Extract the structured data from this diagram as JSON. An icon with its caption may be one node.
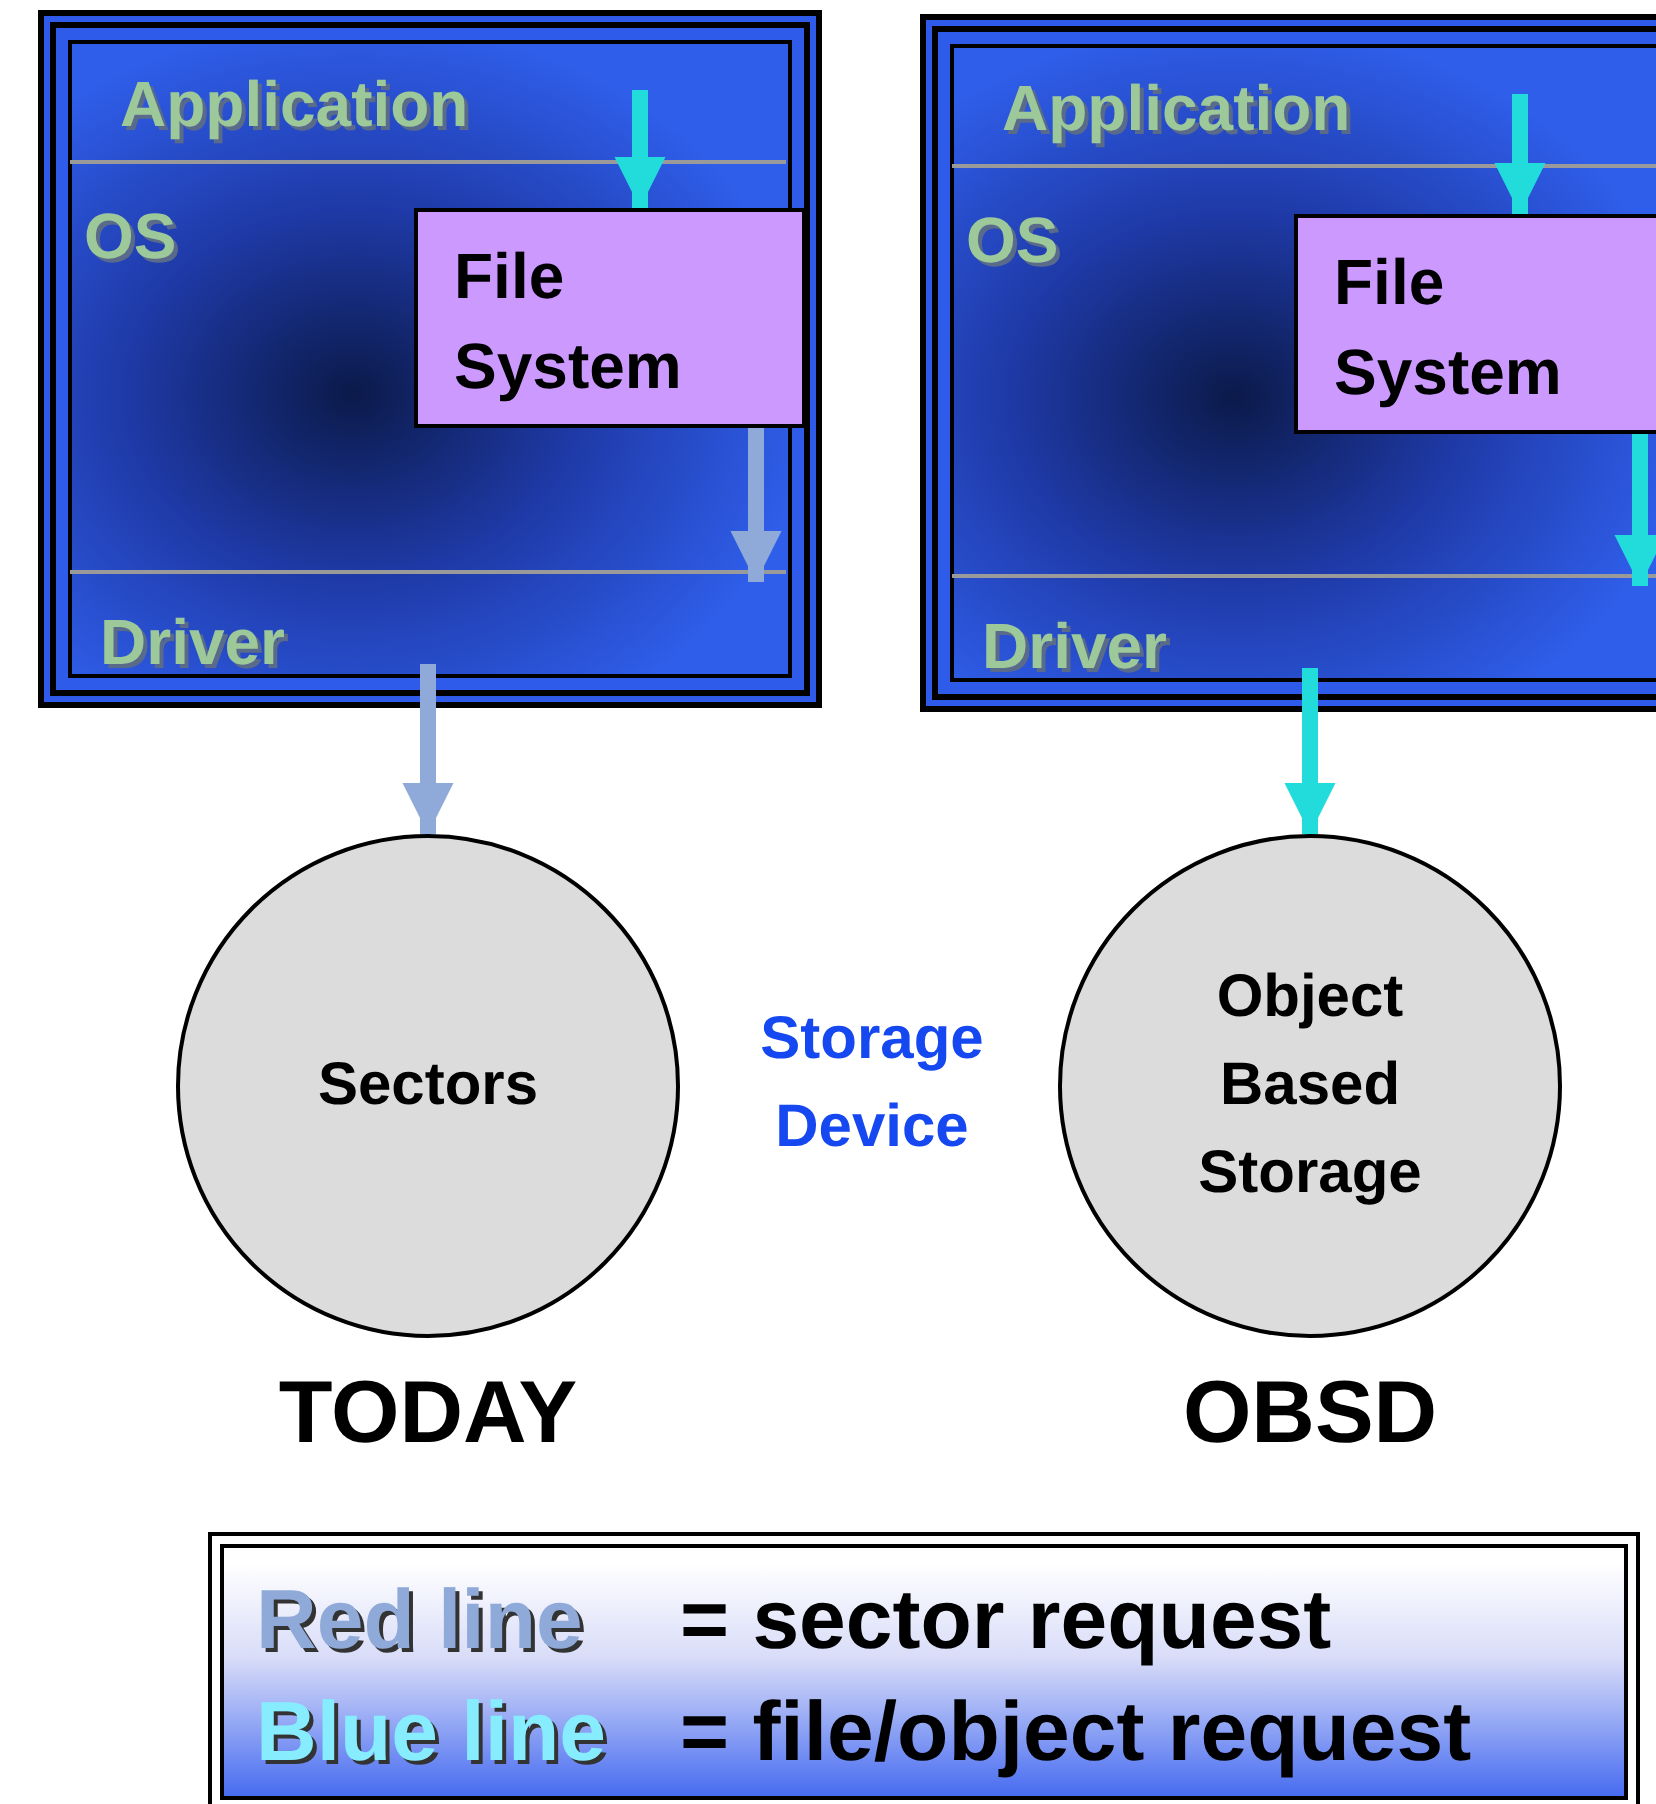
{
  "diagram": {
    "nodes": [
      {
        "text": [],
        "shape": "box"
      },
      {
        "text": [
          "Application"
        ],
        "in": 0
      },
      {
        "text": [
          "OS"
        ],
        "in": 0
      },
      {
        "text": [
          "File System"
        ],
        "in": 0
      },
      {
        "text": [
          "Driver"
        ],
        "in": 0
      },
      {
        "text": [],
        "shape": "box"
      },
      {
        "text": [
          "Application"
        ],
        "in": 5
      },
      {
        "text": [
          "OS"
        ],
        "in": 5
      },
      {
        "text": [
          "File System"
        ],
        "in": 5
      },
      {
        "text": [
          "Driver"
        ],
        "in": 5
      },
      {
        "text": [
          "Sectors"
        ],
        "beside": [
          "TODAY"
        ]
      },
      {
        "text": [
          "Object Based Storage"
        ],
        "beside": [
          "OBSD"
        ]
      }
    ],
    "edges": [
      {
        "from": 1,
        "to": 3,
        "arrow": "to"
      },
      {
        "from": 3,
        "to": 4,
        "arrow": "to",
        "color": "#8faad8"
      },
      {
        "from": 4,
        "to": 10,
        "arrow": "to",
        "color": "#8faad8"
      },
      {
        "from": 6,
        "to": 8,
        "arrow": "to"
      },
      {
        "from": 8,
        "to": 9,
        "arrow": "to"
      },
      {
        "from": 9,
        "to": 11,
        "arrow": "to"
      }
    ],
    "labels": [
      "Storage Device",
      "Red line",
      "= sector request",
      "Blue line",
      "= file/object request"
    ]
  }
}
